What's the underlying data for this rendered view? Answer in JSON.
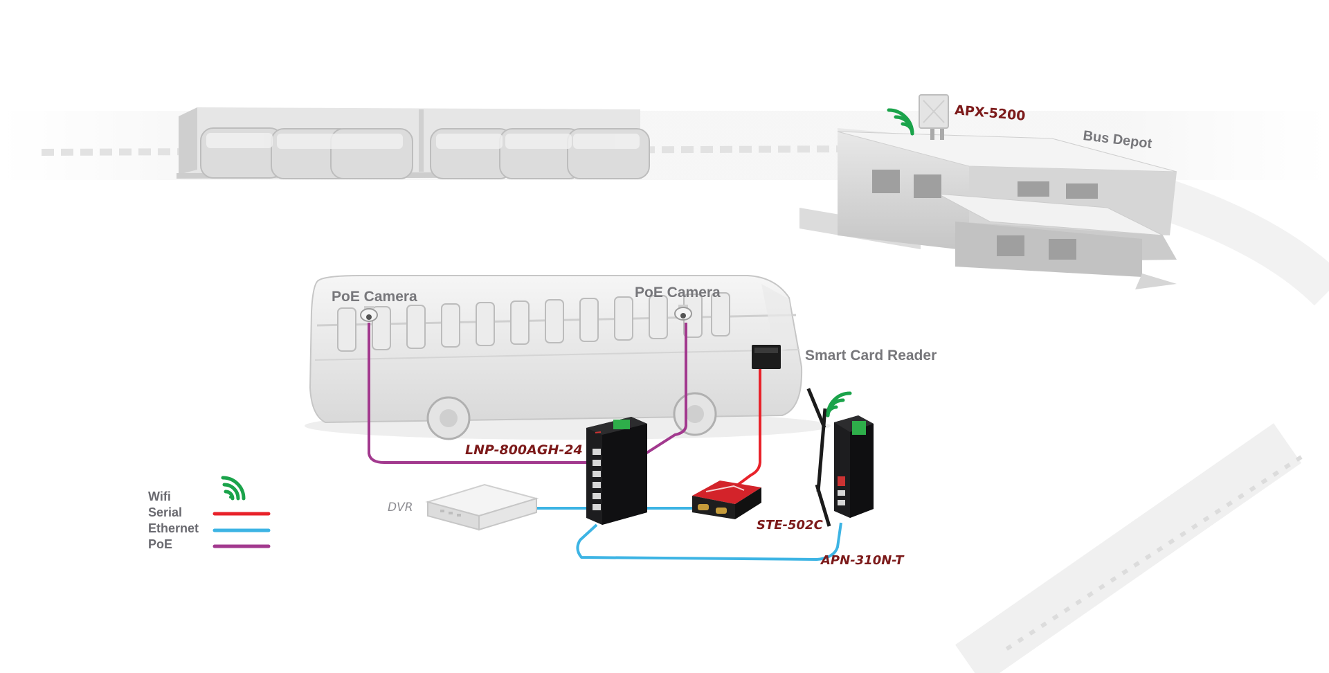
{
  "labels": {
    "apx": "APX-5200",
    "depot": "Bus Depot",
    "poe_cam_left": "PoE Camera",
    "poe_cam_right": "PoE Camera",
    "card_reader": "Smart Card Reader",
    "switch": "LNP-800AGH-24",
    "dvr": "DVR",
    "converter": "STE-502C",
    "router": "APN-310N-T"
  },
  "legend": {
    "wifi": "Wifi",
    "serial": "Serial",
    "ethernet": "Ethernet",
    "poe": "PoE"
  },
  "colors": {
    "serial": "#e8222a",
    "ethernet": "#3db4e4",
    "poe": "#a2398e",
    "wifi": "#1aa34a",
    "device_label": "#7c1a1a",
    "text_gray": "#77777b"
  },
  "icons": {
    "wifi": "wifi-icon"
  }
}
